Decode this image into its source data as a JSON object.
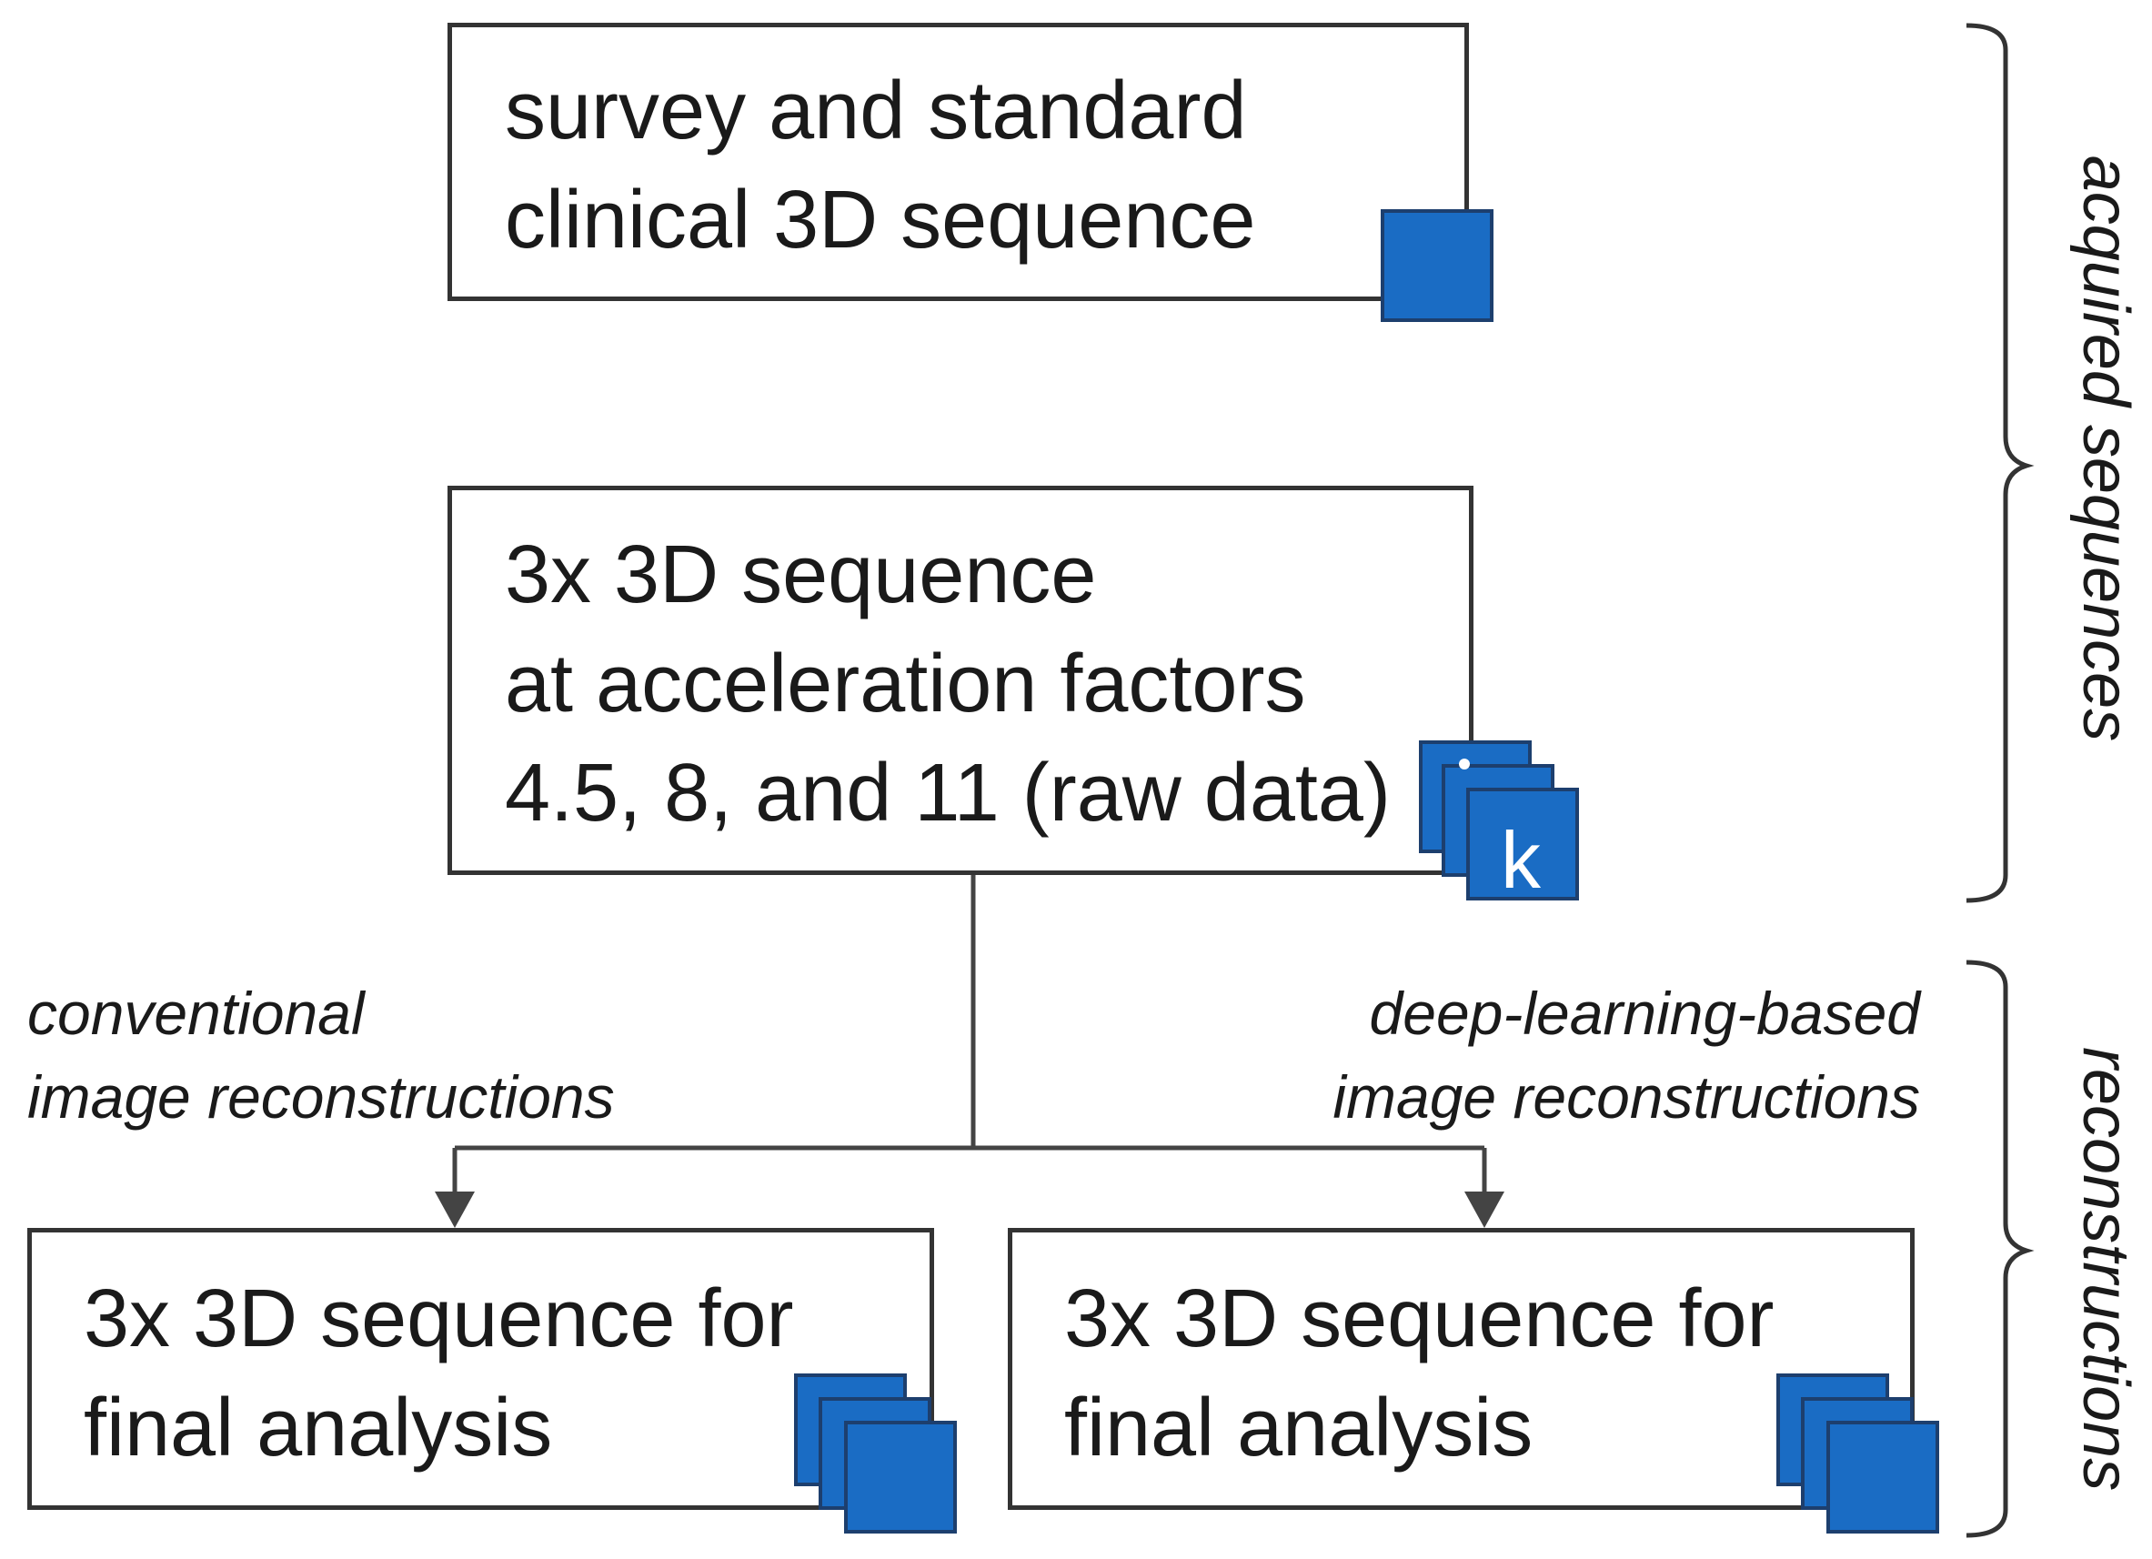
{
  "boxes": {
    "survey": {
      "line1": "survey and standard",
      "line2": "clinical 3D sequence"
    },
    "accelerated": {
      "line1": "3x 3D sequence",
      "line2": "at acceleration factors",
      "line3": "4.5, 8, and 11 (raw data)"
    },
    "final_conventional": {
      "line1": "3x 3D sequence for",
      "line2": "final analysis"
    },
    "final_deep_learning": {
      "line1": "3x 3D sequence for",
      "line2": "final analysis"
    }
  },
  "branch_labels": {
    "conventional": {
      "line1": "conventional",
      "line2": "image reconstructions"
    },
    "deep_learning": {
      "line1": "deep-learning-based",
      "line2": "image reconstructions"
    }
  },
  "side_labels": {
    "acquired": "acquired sequences",
    "reconstructions": "reconstructions"
  },
  "icons": {
    "image_icon": "blue-square-icon",
    "raw_data_icon": "k-space-stack-icon",
    "raw_data_letter": "k",
    "color": "#1a6cc4"
  }
}
